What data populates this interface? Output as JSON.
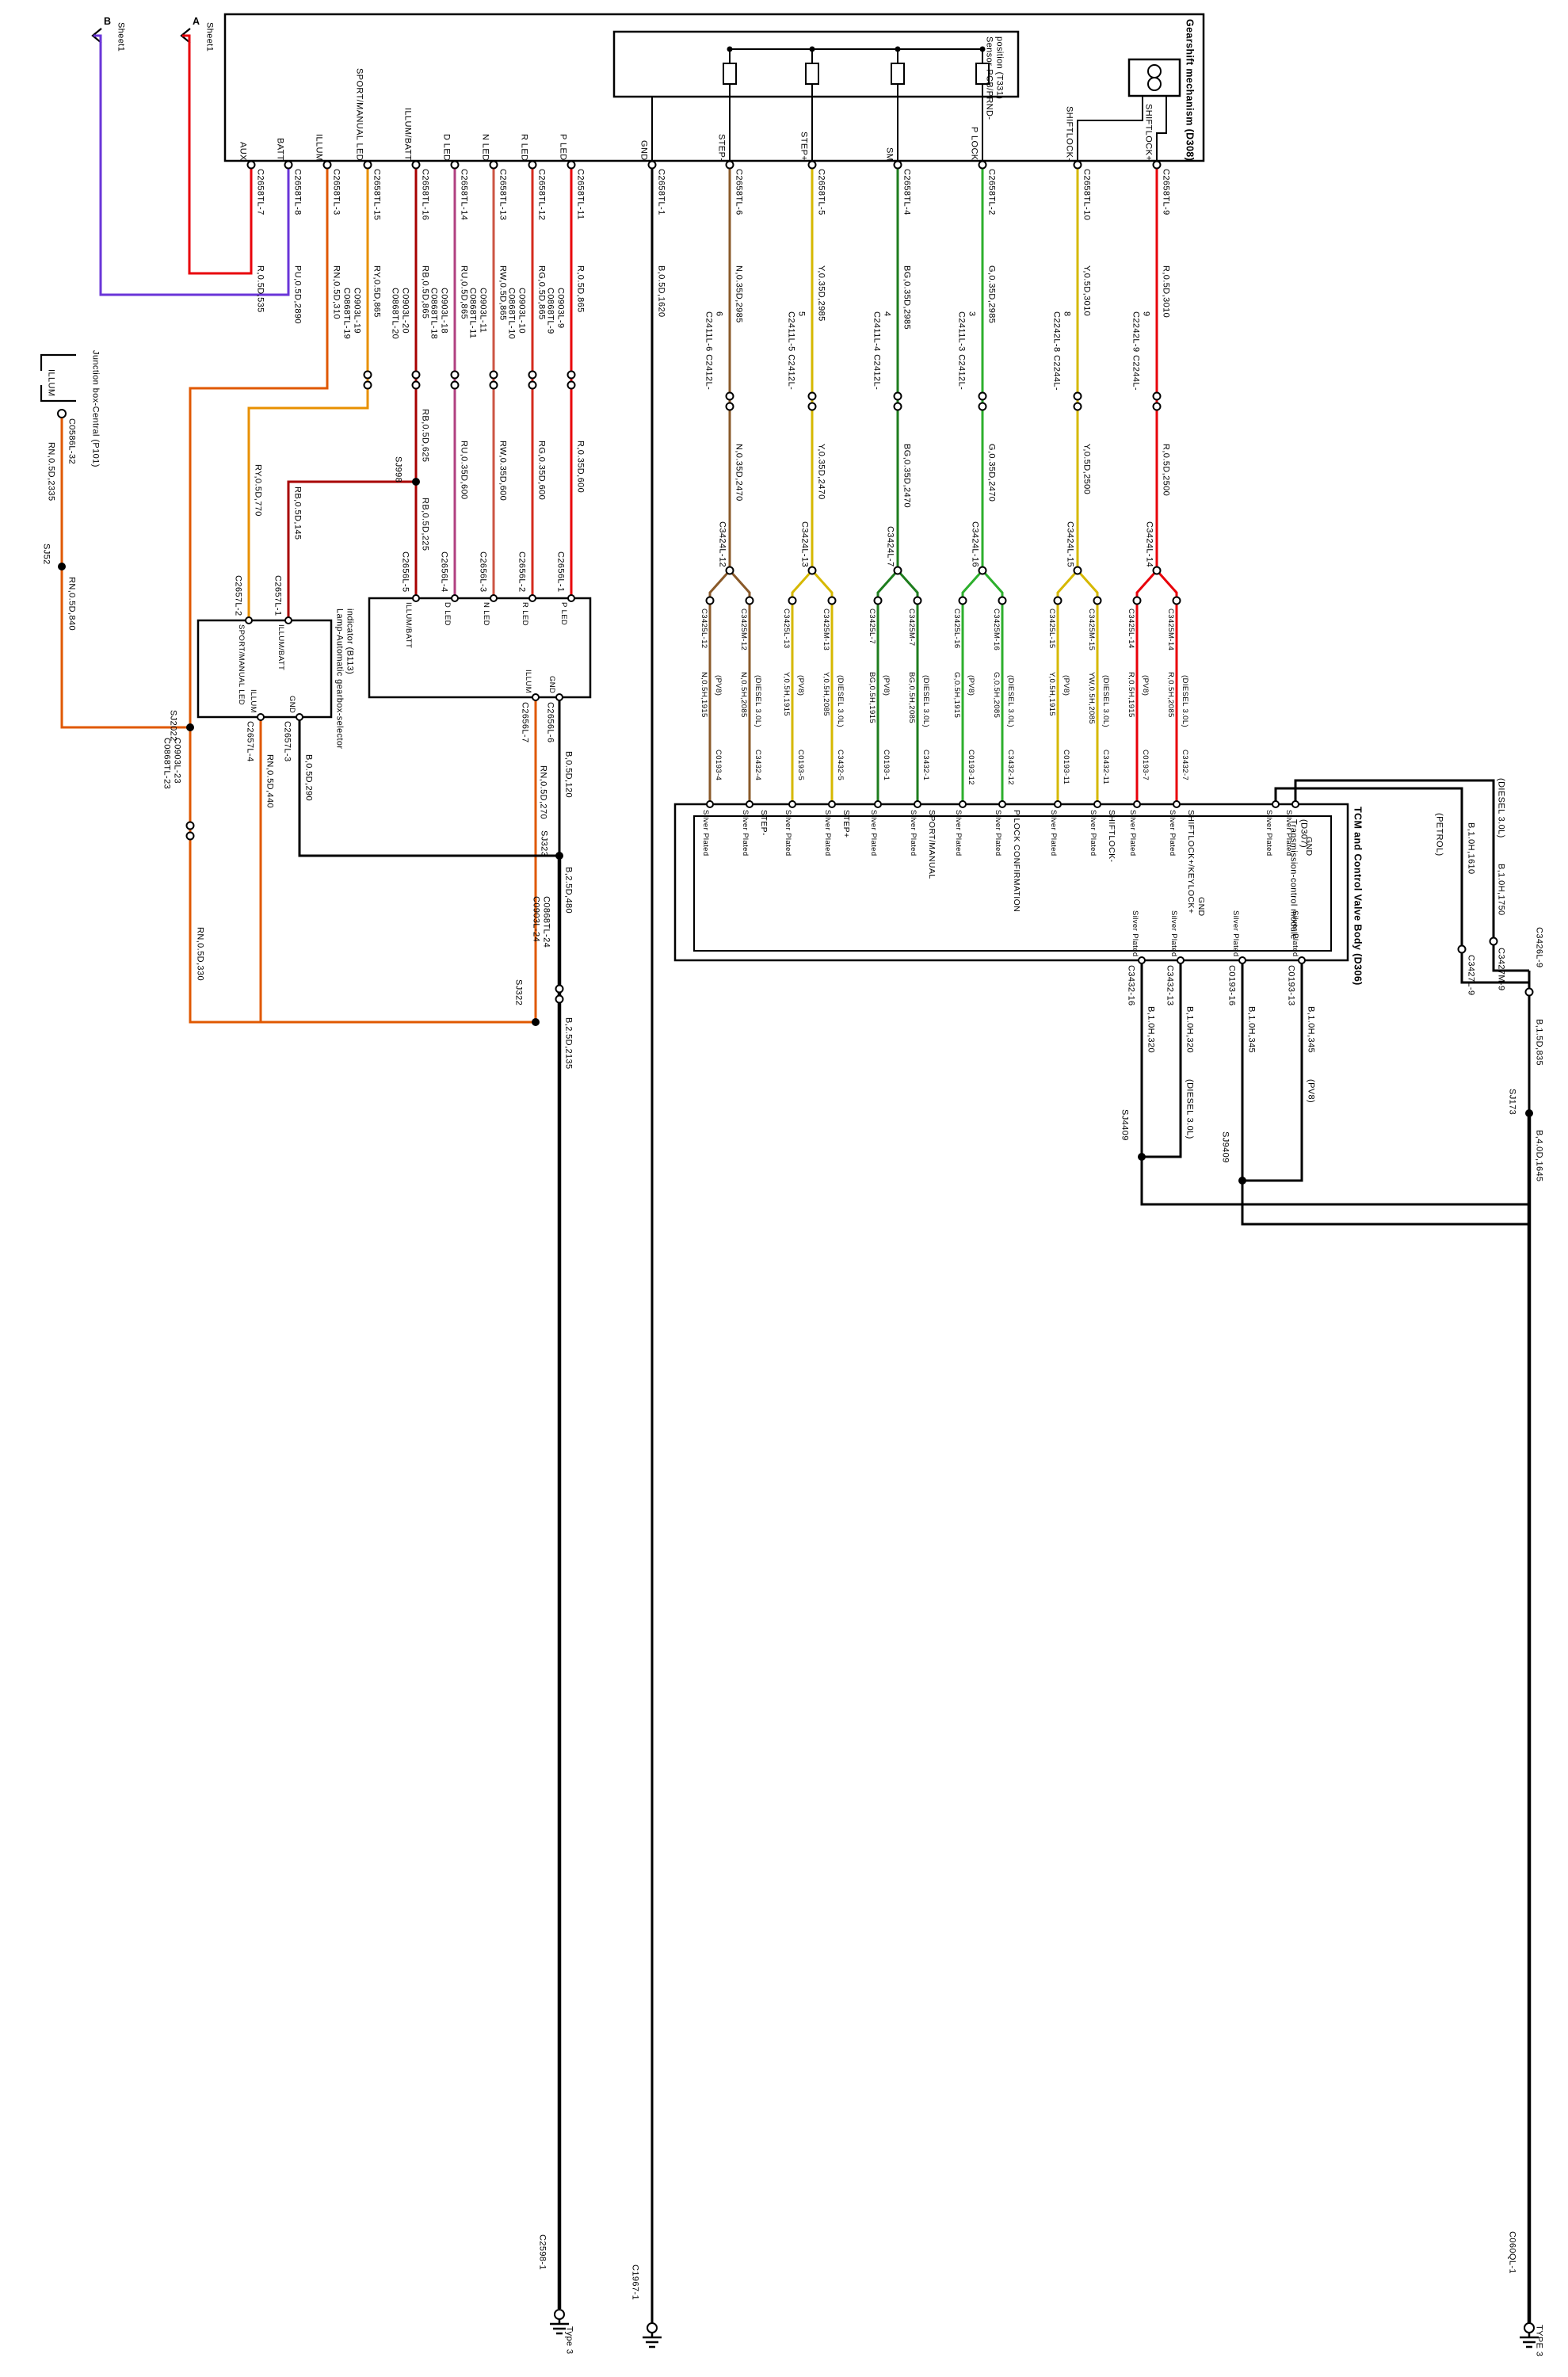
{
  "sheets": {
    "a": {
      "label": "A",
      "sheet": "Sheet1"
    },
    "b": {
      "label": "B",
      "sheet": "Sheet1"
    }
  },
  "gearshift": {
    "title": "Gearshift mechanism (D308)",
    "sensor_title": "Sensor-PCB/PRND-position (T331)"
  },
  "p101": {
    "title": "Junction box-Central (P101)",
    "pin": "ILLUM",
    "conn": "C0586L-32"
  },
  "b113": {
    "title": "Lamp-Automatic gearbox-selector indicator (B113)",
    "box1": {
      "pins_top": [
        "SPORT/MANUAL LED",
        "ILLUM/BATT"
      ],
      "pins_bottom": [
        "ILLUM",
        "GND"
      ],
      "conns_top": [
        "C2657L-2",
        "C2657L-1"
      ],
      "conns_bottom": [
        "C2657L-4",
        "C2657L-3"
      ]
    },
    "box2": {
      "pins_top": [
        "ILLUM/BATT",
        "D LED",
        "N LED",
        "R LED",
        "P LED"
      ],
      "pins_bottom": [
        "ILLUM",
        "GND"
      ],
      "conns_top": [
        "C2656L-5",
        "C2656L-4",
        "C2656L-3",
        "C2656L-2",
        "C2656L-1"
      ],
      "conns_bottom": [
        "C2656L-7",
        "C2656L-6"
      ]
    }
  },
  "tcm": {
    "title": "TCM and Control Valve Body (D306)",
    "module_title": "Transmission-control module (D307)",
    "silver": "Silver Plated",
    "gnd": "GND",
    "bottom": {
      "conns": [
        "C3432-16",
        "C3432-13",
        "C0193-16",
        "C0193-13"
      ],
      "codes": [
        "B,1.0H,320",
        "B,1.0H,320",
        "B,1.0H,345",
        "B,1.0H,345"
      ],
      "notes": [
        "(DIESEL 3.0L)",
        "(PV8)"
      ],
      "sj": [
        "SJ4409",
        "SJ9409"
      ]
    }
  },
  "right_gnd": {
    "petrol_note": "(PETROL)",
    "petrol_code": "B,1.0H,1610",
    "diesel_note": "(DIESEL 3.0L)",
    "diesel_code": "B,1.0H,1750",
    "conn_petrol": "C3427L-9",
    "conn_diesel": "C3427M-9",
    "conn_merge": "C3426L-9",
    "code_merge": "B,1.5D,835",
    "sj": "SJ173",
    "code_bottom": "B,4.0D,1645",
    "gnd_conn": "C060QL-1",
    "gnd_type": "TYPE 3"
  },
  "grounds": {
    "left": {
      "conn": "C2598-1",
      "type": "Type 3"
    },
    "mid": {
      "conn": "C1967-1"
    }
  },
  "junctions": {
    "sj52": "SJ52",
    "sj998": "SJ998",
    "sj2022": "SJ2022",
    "sj322": "SJ322",
    "sj323": "SJ323"
  },
  "illum_net": {
    "code_p101_a": "RN,0.5D,2335",
    "code_p101_b": "RN,0.5D,840",
    "mid": "C0868TL-23 C0903L-23",
    "code_mid": "RN,0.5D,330",
    "code_b1": "RN,0.5D,440",
    "code_b2": "RN,0.5D,270"
  },
  "gnd_net": {
    "code_b1": "B,0.5D,290",
    "code_b2": "B,0.5D,120",
    "code_sj": "B,2.5D,480",
    "mid": "C0903L-24 C0868TL-24",
    "code_mid": "B,2.5D,2135"
  },
  "rb_net": {
    "code_upper": "RB,0.5D,625",
    "code_lower": "RB,0.5D,225",
    "code_branch": "RB,0.5D,145"
  },
  "ry_net": {
    "code": "RY,0.5D,770"
  },
  "wire_colors": {
    "R": "#e8000a",
    "PU": "#6a35d8",
    "RN": "#e05800",
    "RY": "#e89000",
    "RB": "#a80000",
    "RU": "#b04080",
    "RW": "#cc5544",
    "RG": "#d52b1e",
    "B": "#000000",
    "N": "#8a5a2a",
    "Y": "#d6b800",
    "BG": "#1e7d1e",
    "G": "#2daf2d"
  },
  "columns": [
    {
      "pin": "AUX",
      "conn": "C2658TL-7",
      "code": "R,0.5D,535"
    },
    {
      "pin": "BATT",
      "conn": "C2658TL-8",
      "code": "PU,0.5D,2890"
    },
    {
      "pin": "ILLUM",
      "conn": "C2658TL-3",
      "code": "RN,0.5D,310"
    },
    {
      "pin": "SPORT/MANUAL LED",
      "conn": "C2658TL-15",
      "code": "RY,0.5D,865",
      "mid": "C0868TL-19 C0903L-19"
    },
    {
      "pin": "ILLUM/BATT",
      "conn": "C2658TL-16",
      "code": "RB,0.5D,865",
      "mid": "C0868TL-20 C0903L-20"
    },
    {
      "pin": "D LED",
      "conn": "C2658TL-14",
      "code": "RU,0.5D,865",
      "mid": "C0868TL-18 C0903L-18",
      "code2": "RU,0.35D,600"
    },
    {
      "pin": "N LED",
      "conn": "C2658TL-13",
      "code": "RW,0.5D,865",
      "mid": "C0868TL-11 C0903L-11",
      "code2": "RW,0.35D,600"
    },
    {
      "pin": "R LED",
      "conn": "C2658TL-12",
      "code": "RG,0.5D,865",
      "mid": "C0868TL-10 C0903L-10",
      "code2": "RG,0.35D,600"
    },
    {
      "pin": "P LED",
      "conn": "C2658TL-11",
      "code": "R,0.5D,865",
      "mid": "C0868TL-9 C0903L-9",
      "code2": "R,0.35D,600"
    },
    {
      "pin": "GND",
      "conn": "C2658TL-1",
      "code": "B,0.5D,1620"
    },
    {
      "pin": "STEP-",
      "conn": "C2658TL-6",
      "code": "N,0.35D,2985",
      "mid": "C2411L-6 C2412L-6",
      "code2": "N,0.35D,2470",
      "fork": "C3424L-12",
      "tcm_pin": "STEP-",
      "branches": [
        {
          "conn": "C3425L-12",
          "note": "(PV8)",
          "code": "N,0.5H,1915",
          "tcm": "C0193-4"
        },
        {
          "conn": "C3425M-12",
          "note": "(DIESEL 3.0L)",
          "code": "N,0.5H,2085",
          "tcm": "C3432-4"
        }
      ]
    },
    {
      "pin": "STEP+",
      "conn": "C2658TL-5",
      "code": "Y,0.35D,2985",
      "mid": "C2411L-5 C2412L-5",
      "code2": "Y,0.35D,2470",
      "fork": "C3424L-13",
      "tcm_pin": "STEP+",
      "branches": [
        {
          "conn": "C3425L-13",
          "note": "(PV8)",
          "code": "Y,0.5H,1915",
          "tcm": "C0193-5"
        },
        {
          "conn": "C3425M-13",
          "note": "(DIESEL 3.0L)",
          "code": "Y,0.5H,2085",
          "tcm": "C3432-5"
        }
      ]
    },
    {
      "pin": "SM",
      "conn": "C2658TL-4",
      "code": "BG,0.35D,2985",
      "mid": "C2411L-4 C2412L-4",
      "code2": "BG,0.35D,2470",
      "fork": "C3424L-7",
      "tcm_pin": "SPORT/MANUAL",
      "branches": [
        {
          "conn": "C3425L-7",
          "note": "(PV8)",
          "code": "BG,0.5H,1915",
          "tcm": "C0193-1"
        },
        {
          "conn": "C3425M-7",
          "note": "(DIESEL 3.0L)",
          "code": "BG,0.5H,2085",
          "tcm": "C3432-1"
        }
      ]
    },
    {
      "pin": "P LOCK",
      "conn": "C2658TL-2",
      "code": "G,0.35D,2985",
      "mid": "C2411L-3 C2412L-3",
      "code2": "G,0.35D,2470",
      "fork": "C3424L-16",
      "tcm_pin": "P LOCK CONFIRMATION",
      "branches": [
        {
          "conn": "C3425L-16",
          "note": "(PV8)",
          "code": "G,0.5H,1915",
          "tcm": "C0193-12"
        },
        {
          "conn": "C3425M-16",
          "note": "(DIESEL 3.0L)",
          "code": "G,0.5H,2085",
          "tcm": "C3432-12"
        }
      ]
    },
    {
      "pin": "SHIFTLOCK-",
      "conn": "C2658TL-10",
      "code": "Y,0.5D,3010",
      "mid": "C2242L-8 C2244L-8",
      "code2": "Y,0.5D,2500",
      "fork": "C3424L-15",
      "tcm_pin": "SHIFTLOCK-",
      "branches": [
        {
          "conn": "C3425L-15",
          "note": "(PV8)",
          "code": "Y,0.5H,1915",
          "tcm": "C0193-11"
        },
        {
          "conn": "C3425M-15",
          "note": "(DIESEL 3.0L)",
          "code": "YW,0.5H,2085",
          "tcm": "C3432-11"
        }
      ]
    },
    {
      "pin": "SHIFTLOCK+",
      "conn": "C2658TL-9",
      "code": "R,0.5D,3010",
      "mid": "C2242L-9 C2244L-9",
      "code2": "R,0.5D,2500",
      "fork": "C3424L-14",
      "tcm_pin": "SHIFTLOCK+/KEYLOCK+",
      "branches": [
        {
          "conn": "C3425L-14",
          "note": "(PV8)",
          "code": "R,0.5H,1915",
          "tcm": "C0193-7"
        },
        {
          "conn": "C3425M-14",
          "note": "(DIESEL 3.0L)",
          "code": "R,0.5H,2085",
          "tcm": "C3432-7"
        }
      ]
    }
  ]
}
